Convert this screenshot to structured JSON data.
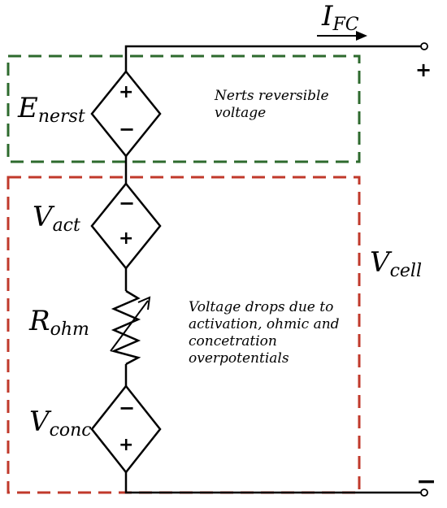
{
  "labels": {
    "i_fc": {
      "main": "I",
      "sub": "FC"
    },
    "e_nerst": {
      "main": "E",
      "sub": "nerst"
    },
    "v_act": {
      "main": "V",
      "sub": "act"
    },
    "r_ohm": {
      "main": "R",
      "sub": "ohm"
    },
    "v_conc": {
      "main": "V",
      "sub": "conc"
    },
    "v_cell": {
      "main": "V",
      "sub": "cell"
    }
  },
  "annotations": {
    "nerst_note": "Nerts reversible voltage",
    "drops_note": "Voltage drops due to activation, ohmic and concetration overpotentials"
  },
  "terminals": {
    "positive": "+",
    "negative": "−"
  },
  "sources": {
    "e_nerst": {
      "top": "+",
      "bottom": "−"
    },
    "v_act": {
      "top": "−",
      "bottom": "+"
    },
    "v_conc": {
      "top": "−",
      "bottom": "+"
    }
  },
  "colors": {
    "green_box": "#2d6a2d",
    "red_box": "#c0392b",
    "wire": "#000000"
  }
}
